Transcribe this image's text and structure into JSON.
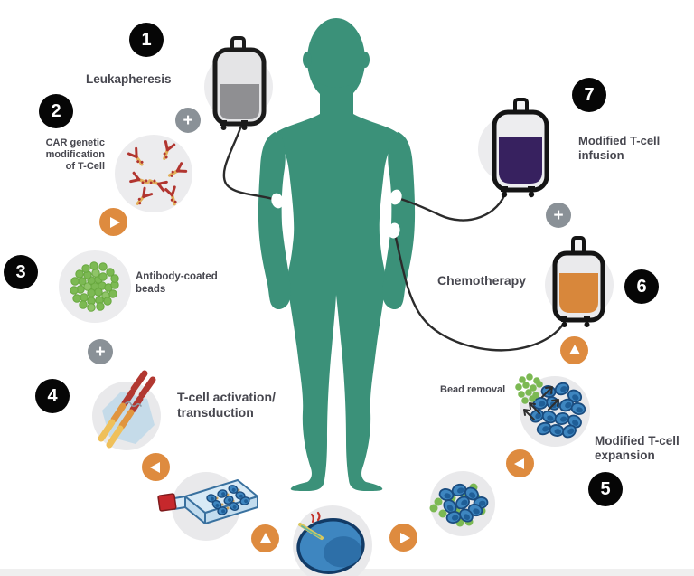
{
  "figure": {
    "type": "process-diagram",
    "subject": "CAR T-cell therapy cycle around a human body silhouette"
  },
  "steps": [
    {
      "number": "1",
      "label": "Leukapheresis"
    },
    {
      "number": "2",
      "label": "CAR genetic\nmodification\nof T-Cell"
    },
    {
      "number": "3",
      "label": "Antibody-coated\nbeads"
    },
    {
      "number": "4",
      "label": "T-cell activation/\ntransduction"
    },
    {
      "number": "5",
      "label": "Modified T-cell\nexpansion",
      "sublabel": "Bead removal"
    },
    {
      "number": "6",
      "label": "Chemotherapy"
    },
    {
      "number": "7",
      "label": "Modified T-cell\ninfusion"
    }
  ],
  "icons": {
    "body": "human-body-silhouette",
    "bags": [
      "blood-collection-bag-gray",
      "infusion-bag-purple",
      "chemotherapy-bag-orange"
    ],
    "connectors": [
      "plus-icon",
      "plus-icon",
      "plus-icon"
    ],
    "flow_arrows": [
      "arrow-right",
      "arrow-left",
      "arrow-up",
      "arrow-right",
      "arrow-left",
      "arrow-up"
    ],
    "step_icons": [
      "antibody-circle",
      "green-beads-circle",
      "chromosome-hexagon",
      "culture-flask",
      "cell-injection",
      "cell-bead-cluster",
      "expanded-cells-circle"
    ]
  },
  "colors": {
    "background": "#FFFFFF",
    "body_teal": "#3B9179",
    "accent_orange": "#DE8B3F",
    "badge_black": "#060606",
    "plus_gray": "#8A9197",
    "icon_circle_gray": "#ECECEE",
    "label_text": "#47474F",
    "bead_green": "#7CB953",
    "cell_blue": "#3E86C0",
    "cell_outline": "#1A4C7F",
    "infusion_purple": "#37215F",
    "chemo_orange": "#D8873B",
    "bag_gray": "#8F8F92"
  }
}
